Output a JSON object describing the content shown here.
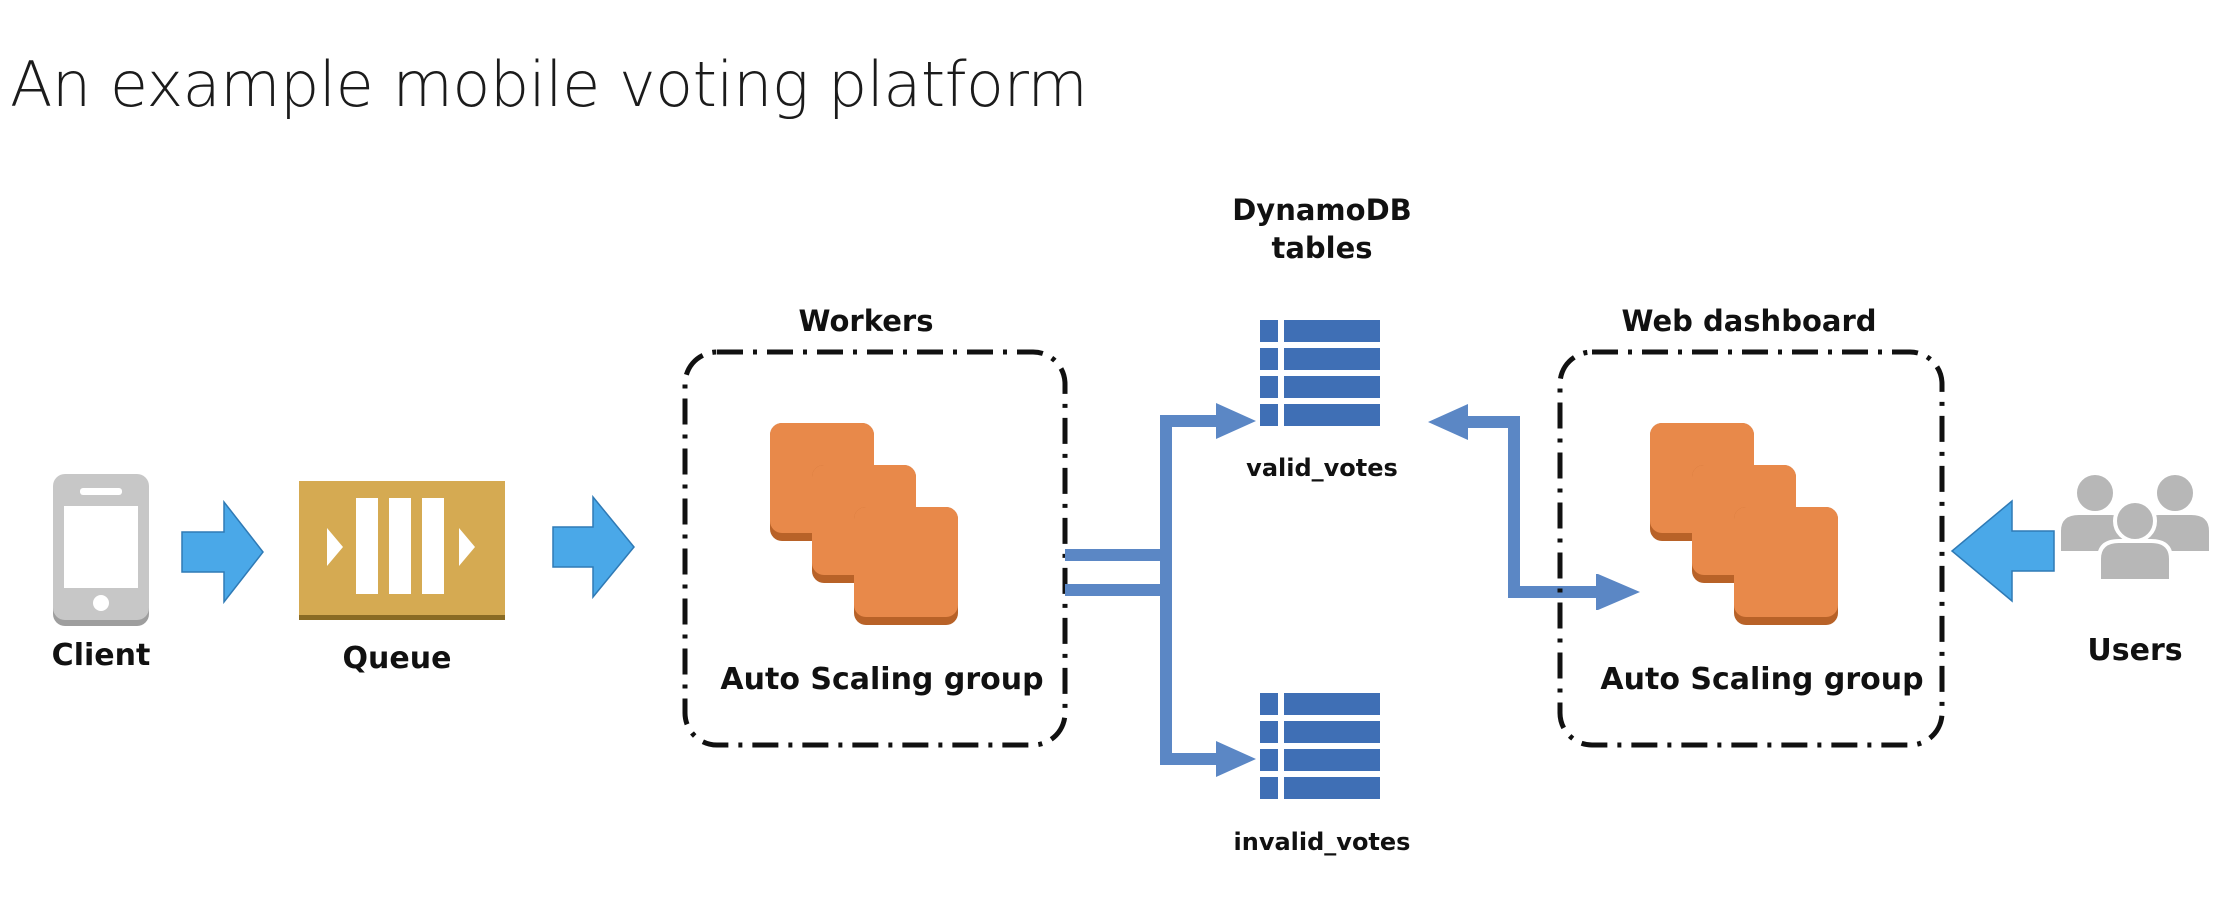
{
  "title": "An example mobile voting platform",
  "colors": {
    "flow_arrow": "#4aa8e8",
    "connector": "#5b87c5",
    "instance_orange": "#e8894a",
    "instance_shadow": "#b86228",
    "queue_gold": "#d5aa52",
    "table_blue": "#3f6fb5",
    "user_gray": "#b7b7b7"
  },
  "nodes": {
    "client": {
      "label": "Client",
      "icon": "mobile-phone-icon"
    },
    "queue": {
      "label": "Queue",
      "icon": "message-queue-icon"
    },
    "workers": {
      "group_label": "Workers",
      "asg_label": "Auto Scaling group",
      "icon": "ec2-instances-icon"
    },
    "dynamodb": {
      "heading_line1": "DynamoDB",
      "heading_line2": "tables",
      "tables": [
        {
          "label": "valid_votes",
          "icon": "dynamodb-table-icon"
        },
        {
          "label": "invalid_votes",
          "icon": "dynamodb-table-icon"
        }
      ]
    },
    "dashboard": {
      "group_label": "Web dashboard",
      "asg_label": "Auto Scaling group",
      "icon": "ec2-instances-icon"
    },
    "users": {
      "label": "Users",
      "icon": "users-group-icon"
    }
  }
}
